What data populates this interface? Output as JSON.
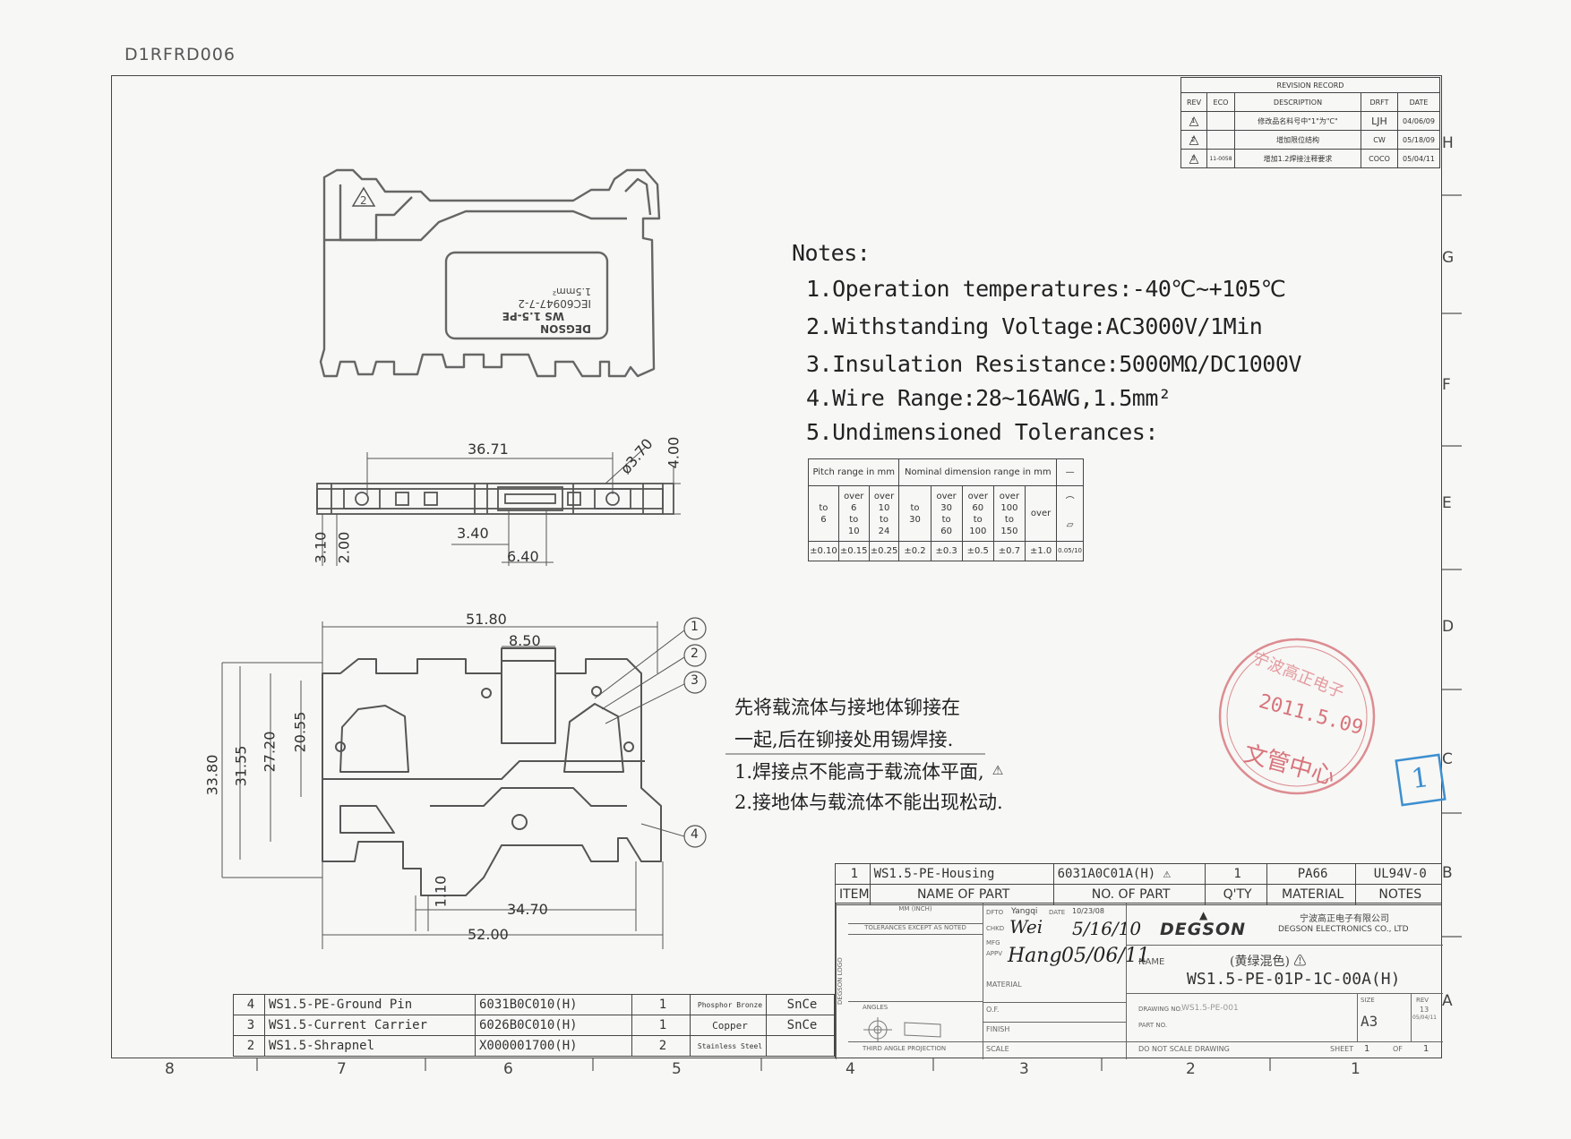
{
  "doc_code": "D1RFRD006",
  "revision": {
    "title": "REVISION RECORD",
    "headers": [
      "REV",
      "ECO",
      "DESCRIPTION",
      "DRFT",
      "DATE"
    ],
    "rows": [
      {
        "rev": "1",
        "eco": "",
        "description": "修改品名料号中\"1\"为\"C\"",
        "drft": "LJH",
        "date": "04/06/09"
      },
      {
        "rev": "2",
        "eco": "",
        "description": "增加限位结构",
        "drft": "CW",
        "date": "05/18/09"
      },
      {
        "rev": "3",
        "eco": "11-0058",
        "description": "增加1.2焊接注释要求",
        "drft": "COCO",
        "date": "05/04/11"
      }
    ]
  },
  "notes": {
    "title": "Notes:",
    "items": [
      "1.Operation temperatures:-40℃~+105℃",
      "2.Withstanding Voltage:AC3000V/1Min",
      "3.Insulation Resistance:5000MΩ/DC1000V",
      "4.Wire Range:28~16AWG,1.5mm²",
      "5.Undimensioned Tolerances:"
    ]
  },
  "tolerance_table": {
    "col1_header": "Pitch range in mm",
    "col2_header": "Nominal dimension range in mm",
    "ranges_a": [
      [
        "",
        "",
        "to",
        "6"
      ],
      [
        "over",
        "6",
        "to",
        "10"
      ],
      [
        "over",
        "10",
        "to",
        "24"
      ]
    ],
    "ranges_b": [
      [
        "",
        "",
        "to",
        "30"
      ],
      [
        "over",
        "30",
        "to",
        "60"
      ],
      [
        "over",
        "60",
        "to",
        "100"
      ],
      [
        "over",
        "100",
        "to",
        "150"
      ],
      [
        "over",
        "150",
        "",
        ""
      ]
    ],
    "values": [
      "±0.10",
      "±0.15",
      "±0.25",
      "±0.2",
      "±0.3",
      "±0.5",
      "±0.7",
      "±1.0",
      "0.05/10"
    ]
  },
  "dimensions": {
    "d1": "36.71",
    "d2": "ø3.70",
    "d3": "4.00",
    "d4": "3.40",
    "d5": "6.40",
    "d6": "3.10",
    "d7": "2.00",
    "d8": "51.80",
    "d9": "8.50",
    "d10": "33.80",
    "d11": "31.55",
    "d12": "27.20",
    "d13": "20.55",
    "d14": "1.10",
    "d15": "34.70",
    "d16": "52.00"
  },
  "part_label": {
    "brand": "DEGSON",
    "model": "WS 1.5-PE",
    "standard": "IEC60947-7-2",
    "size": "1.5mm²"
  },
  "balloons": [
    "1",
    "2",
    "3",
    "4"
  ],
  "chinese_notes": [
    "先将载流体与接地体铆接在",
    "一起,后在铆接处用锡焊接.",
    "1.焊接点不能高于载流体平面,",
    "2.接地体与载流体不能出现松动."
  ],
  "stamp": {
    "line1": "文管中心",
    "date": "2011.5.09",
    "top": "宁波高正电子"
  },
  "blue_stamp": "1",
  "parts": [
    {
      "item": "1",
      "name": "WS1.5-PE-Housing",
      "number": "6031A0C01A(H)",
      "qty": "1",
      "material": "PA66",
      "notes": "UL94V-0"
    },
    {
      "item": "2",
      "name": "WS1.5-Shrapnel",
      "number": "X000001700(H)",
      "qty": "2",
      "material": "Stainless Steel",
      "notes": ""
    },
    {
      "item": "3",
      "name": "WS1.5-Current Carrier",
      "number": "6026B0C010(H)",
      "qty": "1",
      "material": "Copper",
      "notes": "SnCe"
    },
    {
      "item": "4",
      "name": "WS1.5-PE-Ground Pin",
      "number": "6031B0C010(H)",
      "qty": "1",
      "material": "Phosphor Bronze",
      "notes": "SnCe"
    }
  ],
  "parts_header": {
    "item": "ITEM",
    "name": "NAME OF PART",
    "number": "NO. OF PART",
    "qty": "Q'TY",
    "material": "MATERIAL",
    "notes": "NOTES"
  },
  "title_block": {
    "mm_inch": "MM (INCH)",
    "tolerances": "TOLERANCES EXCEPT AS NOTED",
    "drawing_title": "DEGSON",
    "company_cn": "宁波高正电子有限公司",
    "company_en": "DEGSON ELECTRONICS CO., LTD",
    "name_label": "NAME",
    "name_cn": "(黄绿混色)",
    "name_value": "WS1.5-PE-01P-1C-00A(H)",
    "dfto_label": "DFTO",
    "dfto_value": "Yangqi",
    "chkd_label": "CHKD",
    "chkd_value": "Wei",
    "mfg_label": "MFG",
    "appv_label": "APPV",
    "appv_value": "Hang",
    "date_label": "DATE",
    "date1": "10/23/08",
    "date2": "5/16/10",
    "date3": "05/06/11",
    "material_label": "MATERIAL",
    "angles_label": "ANGLES",
    "of_label": "O.F.",
    "finish_label": "FINISH",
    "projection_label": "THIRD ANGLE PROJECTION",
    "scale_label": "SCALE",
    "drawing_no_label": "DRAWING NO.",
    "drawing_no": "WS1.5-PE-001",
    "part_no_label": "PART NO.",
    "size_label": "SIZE",
    "size_value": "A3",
    "rev_label": "REV",
    "rev_value": "13",
    "rev_date": "05/04/11",
    "do_not_scale": "DO NOT SCALE DRAWING",
    "sheet_label": "SHEET",
    "sheet_value": "1",
    "of_sheet": "OF",
    "of_sheet_value": "1",
    "side_label": "DEGSON LOGO"
  },
  "zones_bottom": [
    "8",
    "7",
    "6",
    "5",
    "4",
    "3",
    "2",
    "1"
  ],
  "zones_right": [
    "H",
    "G",
    "F",
    "E",
    "D",
    "C",
    "B",
    "A"
  ]
}
